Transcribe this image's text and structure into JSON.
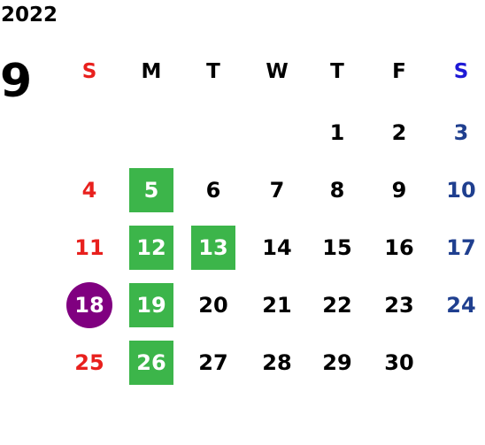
{
  "year": "2022",
  "month": "9",
  "weekdays": [
    "S",
    "M",
    "T",
    "W",
    "T",
    "F",
    "S"
  ],
  "colors": {
    "sunday": "#e8201d",
    "saturday_header": "#1e19d6",
    "saturday_day": "#1f3f8f",
    "default": "#000000",
    "highlight_bg": "#3cb54a",
    "highlight_text": "#ffffff",
    "selected_bg": "#800080"
  },
  "days": [
    {
      "n": "1",
      "col": 4,
      "row": 0
    },
    {
      "n": "2",
      "col": 5,
      "row": 0
    },
    {
      "n": "3",
      "col": 6,
      "row": 0
    },
    {
      "n": "4",
      "col": 0,
      "row": 1
    },
    {
      "n": "5",
      "col": 1,
      "row": 1,
      "mark": "green"
    },
    {
      "n": "6",
      "col": 2,
      "row": 1
    },
    {
      "n": "7",
      "col": 3,
      "row": 1
    },
    {
      "n": "8",
      "col": 4,
      "row": 1
    },
    {
      "n": "9",
      "col": 5,
      "row": 1
    },
    {
      "n": "10",
      "col": 6,
      "row": 1
    },
    {
      "n": "11",
      "col": 0,
      "row": 2
    },
    {
      "n": "12",
      "col": 1,
      "row": 2,
      "mark": "green"
    },
    {
      "n": "13",
      "col": 2,
      "row": 2,
      "mark": "green"
    },
    {
      "n": "14",
      "col": 3,
      "row": 2
    },
    {
      "n": "15",
      "col": 4,
      "row": 2
    },
    {
      "n": "16",
      "col": 5,
      "row": 2
    },
    {
      "n": "17",
      "col": 6,
      "row": 2
    },
    {
      "n": "18",
      "col": 0,
      "row": 3,
      "mark": "circle"
    },
    {
      "n": "19",
      "col": 1,
      "row": 3,
      "mark": "green"
    },
    {
      "n": "20",
      "col": 2,
      "row": 3
    },
    {
      "n": "21",
      "col": 3,
      "row": 3
    },
    {
      "n": "22",
      "col": 4,
      "row": 3
    },
    {
      "n": "23",
      "col": 5,
      "row": 3
    },
    {
      "n": "24",
      "col": 6,
      "row": 3
    },
    {
      "n": "25",
      "col": 0,
      "row": 4
    },
    {
      "n": "26",
      "col": 1,
      "row": 4,
      "mark": "green"
    },
    {
      "n": "27",
      "col": 2,
      "row": 4
    },
    {
      "n": "28",
      "col": 3,
      "row": 4
    },
    {
      "n": "29",
      "col": 4,
      "row": 4
    },
    {
      "n": "30",
      "col": 5,
      "row": 4
    }
  ]
}
